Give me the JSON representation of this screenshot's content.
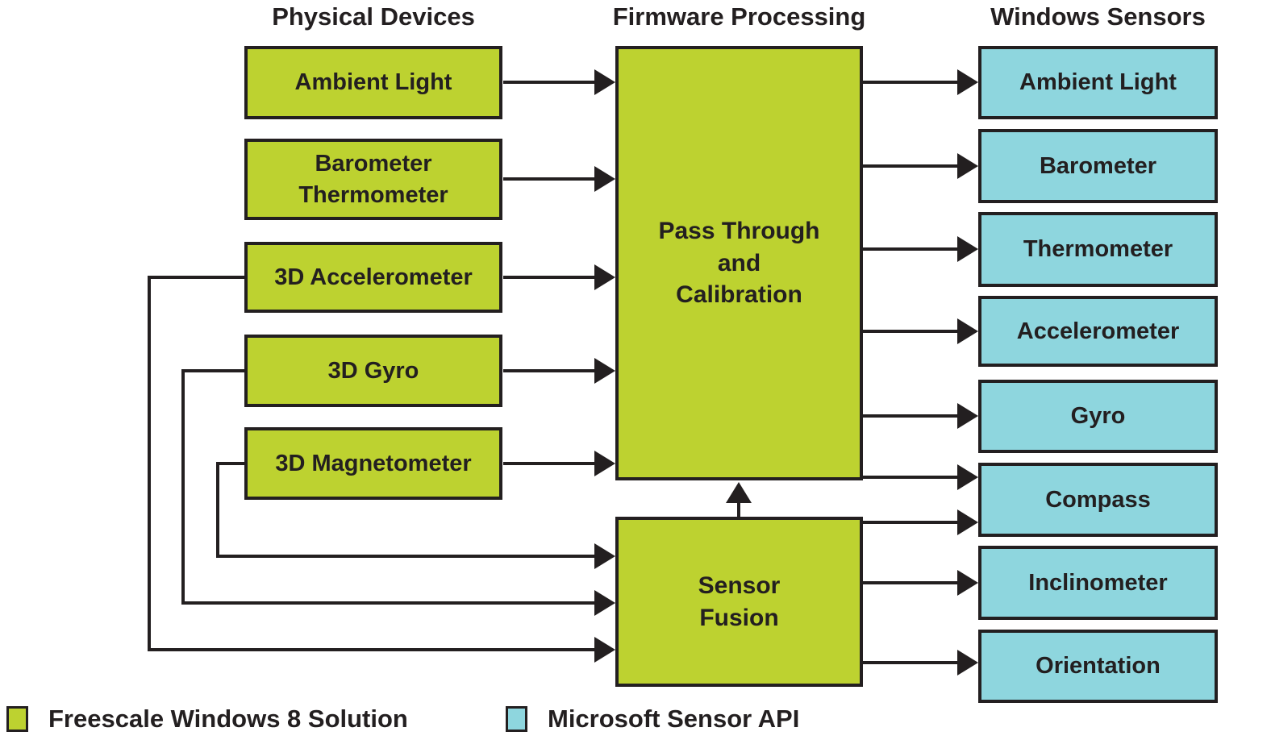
{
  "colors": {
    "freescale_green": "#bdd230",
    "microsoft_blue": "#8ed6de",
    "outline_black": "#231f20"
  },
  "headers": {
    "physical_devices": "Physical Devices",
    "firmware_processing": "Firmware Processing",
    "windows_sensors": "Windows Sensors"
  },
  "physical_devices": {
    "boxes": [
      {
        "label": "Ambient Light"
      },
      {
        "label": "Barometer\nThermometer"
      },
      {
        "label": "3D Accelerometer"
      },
      {
        "label": "3D Gyro"
      },
      {
        "label": "3D Magnetometer"
      }
    ]
  },
  "firmware_processing": {
    "boxes": [
      {
        "label": "Pass Through\nand\nCalibration"
      },
      {
        "label": "Sensor\nFusion"
      }
    ]
  },
  "windows_sensors": {
    "boxes": [
      {
        "label": "Ambient Light"
      },
      {
        "label": "Barometer"
      },
      {
        "label": "Thermometer"
      },
      {
        "label": "Accelerometer"
      },
      {
        "label": "Gyro"
      },
      {
        "label": "Compass"
      },
      {
        "label": "Inclinometer"
      },
      {
        "label": "Orientation"
      }
    ]
  },
  "legend": {
    "freescale": {
      "label": "Freescale Windows 8 Solution",
      "color": "#bdd230"
    },
    "microsoft": {
      "label": "Microsoft Sensor API",
      "color": "#8ed6de"
    }
  }
}
